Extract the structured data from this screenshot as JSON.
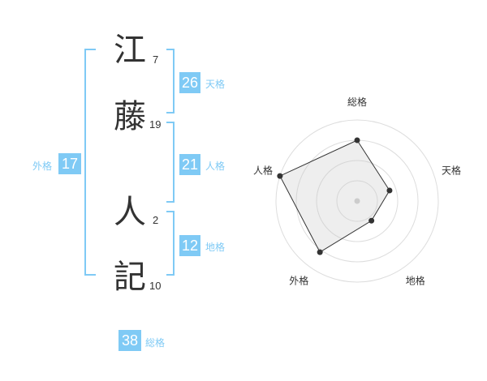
{
  "name": {
    "chars": [
      {
        "char": "江",
        "strokes": "7"
      },
      {
        "char": "藤",
        "strokes": "19"
      },
      {
        "char": "人",
        "strokes": "2"
      },
      {
        "char": "記",
        "strokes": "10"
      }
    ]
  },
  "kaku": {
    "tenkaku": {
      "value": "26",
      "label": "天格"
    },
    "jinkaku": {
      "value": "21",
      "label": "人格"
    },
    "chikaku": {
      "value": "12",
      "label": "地格"
    },
    "gaikaku": {
      "value": "17",
      "label": "外格"
    },
    "soukaku": {
      "value": "38",
      "label": "総格"
    }
  },
  "colors": {
    "accent": "#7fcaf5",
    "bracket": "#7fcaf5",
    "text": "#333333"
  },
  "chart_data": {
    "type": "radar",
    "axes": [
      "総格",
      "天格",
      "地格",
      "外格",
      "人格"
    ],
    "values": [
      0.75,
      0.42,
      0.3,
      0.78,
      1.0
    ],
    "rmax": 1,
    "rings": 4
  }
}
